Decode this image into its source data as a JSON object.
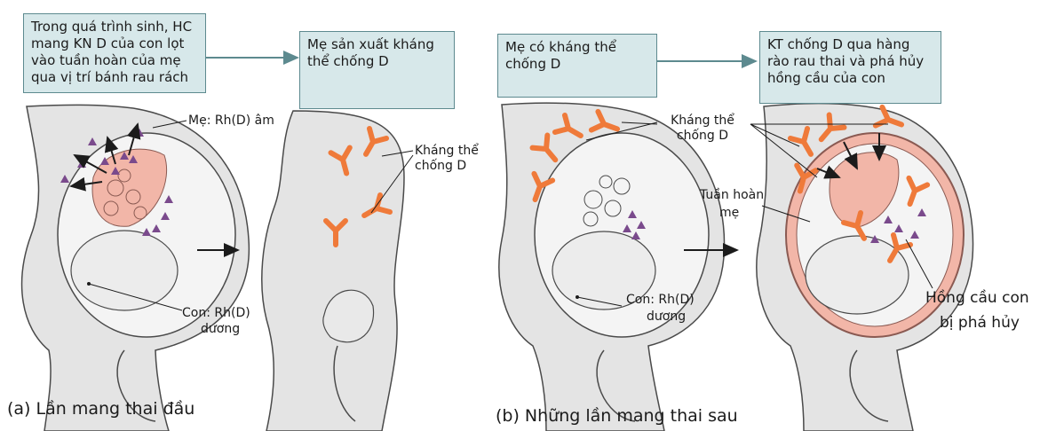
{
  "boxes": {
    "b1": "Trong quá trình sinh, HC mang KN D của con lọt vào tuần hoàn của mẹ qua vị trí bánh rau rách",
    "b2": "Mẹ sản xuất kháng thể chống D",
    "b3": "Mẹ có kháng thể chống D",
    "b4": "KT chống D qua hàng rào rau thai và phá hủy hồng cầu của con"
  },
  "labels": {
    "mother_rh": "Mẹ: Rh(D) âm",
    "antibody_a": "Kháng thể chống D",
    "fetus_a_1": "Con: Rh(D)",
    "fetus_a_2": "dương",
    "antibody_b": "Kháng thể chống D",
    "circulation_1": "Tuần hoàn",
    "circulation_2": "mẹ",
    "fetus_b_1": "Con: Rh(D)",
    "fetus_b_2": "dương",
    "destroyed_1": "Hồng cầu con",
    "destroyed_2": "bị phá hủy"
  },
  "captions": {
    "a": "(a) Lần mang thai đầu",
    "b": "(b) Những lần mang thai sau"
  },
  "colors": {
    "body": "#e4e4e4",
    "outline": "#4a4a4a",
    "box_fill": "#d7e8ea",
    "box_border": "#5d8a8f",
    "antibody": "#ef7a3a",
    "antigen": "#7a4a8c",
    "uterus": "#f2b6a8"
  }
}
